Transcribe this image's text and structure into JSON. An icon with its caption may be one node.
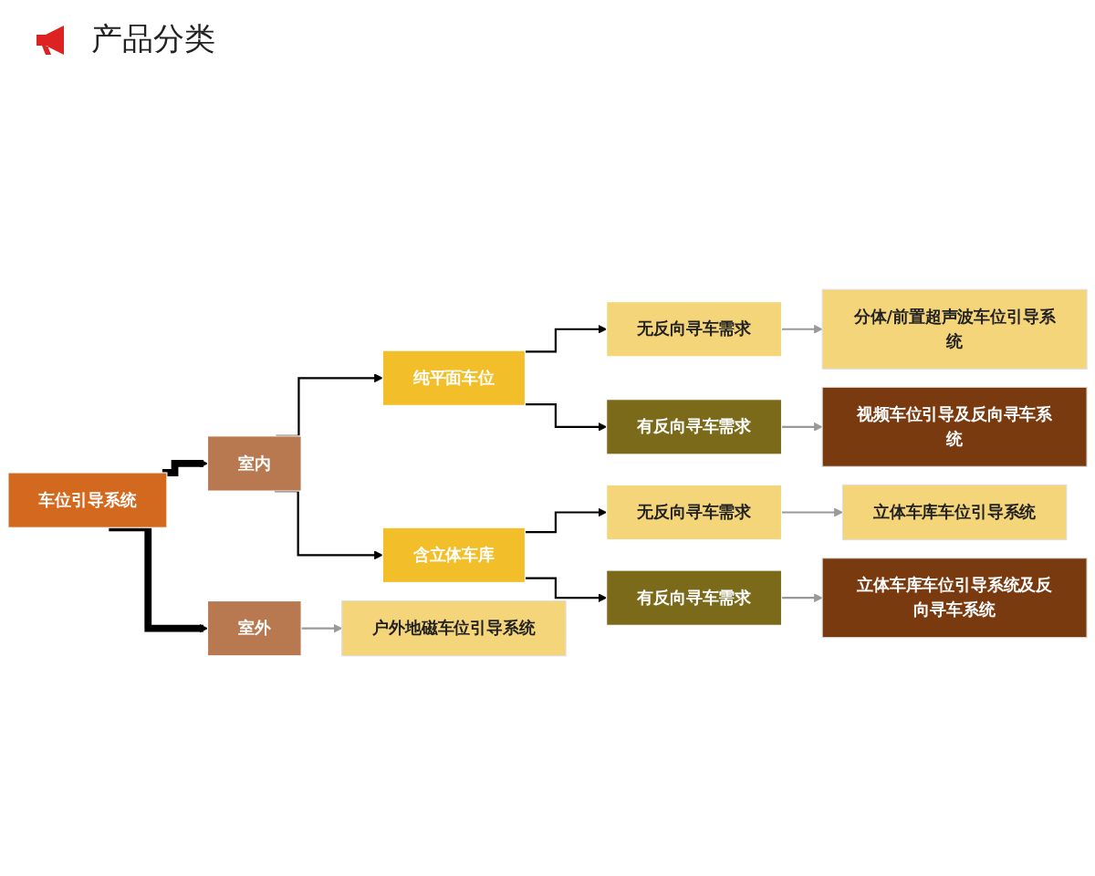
{
  "diagram": {
    "title": "产品分类",
    "nodes": [
      {
        "text": [
          "车位引导系统"
        ]
      },
      {
        "text": [
          "室内"
        ]
      },
      {
        "text": [
          "室外"
        ]
      },
      {
        "text": [
          "纯平面车位"
        ]
      },
      {
        "text": [
          "含立体车库"
        ]
      },
      {
        "text": [
          "无反向寻车需求"
        ]
      },
      {
        "text": [
          "有反向寻车需求"
        ]
      },
      {
        "text": [
          "无反向寻车需求"
        ]
      },
      {
        "text": [
          "有反向寻车需求"
        ]
      },
      {
        "text": [
          "分体/前置超声波车位引导系统"
        ]
      },
      {
        "text": [
          "视频车位引导及反向寻车系统"
        ]
      },
      {
        "text": [
          "立体车库车位引导系统"
        ]
      },
      {
        "text": [
          "立体车库车位引导系统及反向寻车系统"
        ]
      },
      {
        "text": [
          "户外地磁车位引导系统"
        ]
      }
    ],
    "edges": [
      {
        "from": 0,
        "to": 1,
        "arrow": "to",
        "style": "thick"
      },
      {
        "from": 0,
        "to": 2,
        "arrow": "to",
        "style": "thick"
      },
      {
        "from": 1,
        "to": 3,
        "arrow": "to"
      },
      {
        "from": 1,
        "to": 4,
        "arrow": "to"
      },
      {
        "from": 3,
        "to": 5,
        "arrow": "to"
      },
      {
        "from": 3,
        "to": 6,
        "arrow": "to"
      },
      {
        "from": 4,
        "to": 7,
        "arrow": "to"
      },
      {
        "from": 4,
        "to": 8,
        "arrow": "to"
      },
      {
        "from": 5,
        "to": 9,
        "arrow": "to",
        "color": "#999999"
      },
      {
        "from": 6,
        "to": 10,
        "arrow": "to",
        "color": "#999999"
      },
      {
        "from": 7,
        "to": 11,
        "arrow": "to",
        "color": "#999999"
      },
      {
        "from": 8,
        "to": 12,
        "arrow": "to",
        "color": "#999999"
      },
      {
        "from": 2,
        "to": 13,
        "arrow": "to",
        "color": "#999999"
      }
    ]
  }
}
